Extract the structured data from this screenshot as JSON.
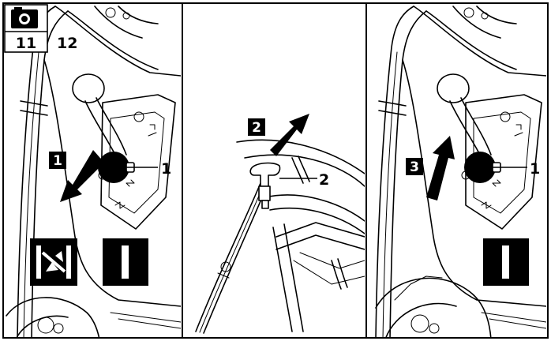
{
  "header": {
    "camera_icon": "camera-icon",
    "figure_a": "11",
    "figure_b": "12"
  },
  "panels": [
    {
      "step": "1",
      "callouts": [
        "1"
      ],
      "symbols": [
        "brake-engaged-symbol",
        "brake-released-symbol"
      ]
    },
    {
      "step": "2",
      "callouts": [
        "2"
      ],
      "symbols": []
    },
    {
      "step": "3",
      "callouts": [
        "1"
      ],
      "symbols": [
        "brake-released-symbol"
      ]
    }
  ],
  "colors": {
    "ink": "#000000",
    "paper": "#ffffff"
  }
}
